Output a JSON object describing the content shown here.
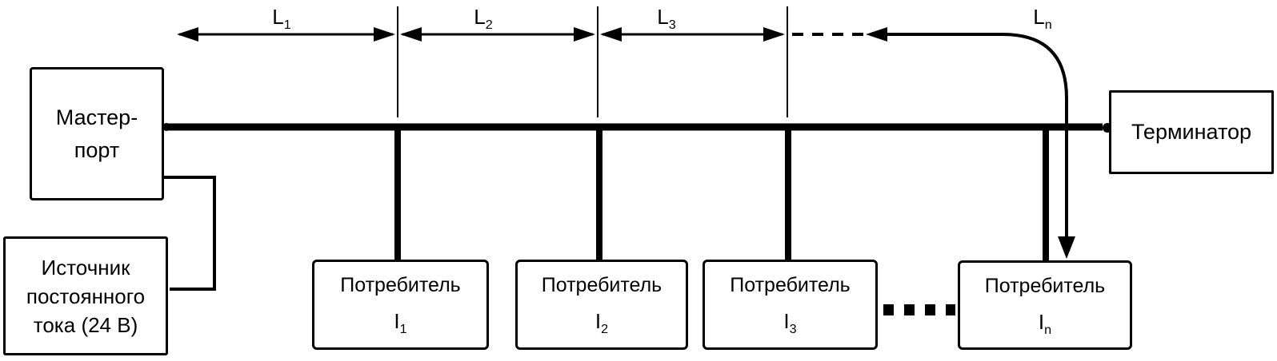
{
  "colors": {
    "ink": "#000000",
    "background": "#ffffff"
  },
  "boxes": {
    "master_port": {
      "line1": "Мастер-",
      "line2": "порт"
    },
    "power_source": {
      "line1": "Источник",
      "line2": "постоянного",
      "line3": "тока (24 В)"
    },
    "terminator": {
      "label": "Терминатор"
    },
    "consumers": [
      {
        "title": "Потребитель",
        "symbol": "I",
        "subscript": "1"
      },
      {
        "title": "Потребитель",
        "symbol": "I",
        "subscript": "2"
      },
      {
        "title": "Потребитель",
        "symbol": "I",
        "subscript": "3"
      },
      {
        "title": "Потребитель",
        "symbol": "I",
        "subscript": "n"
      }
    ]
  },
  "dimension_labels": [
    {
      "symbol": "L",
      "subscript": "1"
    },
    {
      "symbol": "L",
      "subscript": "2"
    },
    {
      "symbol": "L",
      "subscript": "3"
    },
    {
      "symbol": "L",
      "subscript": "n"
    }
  ]
}
